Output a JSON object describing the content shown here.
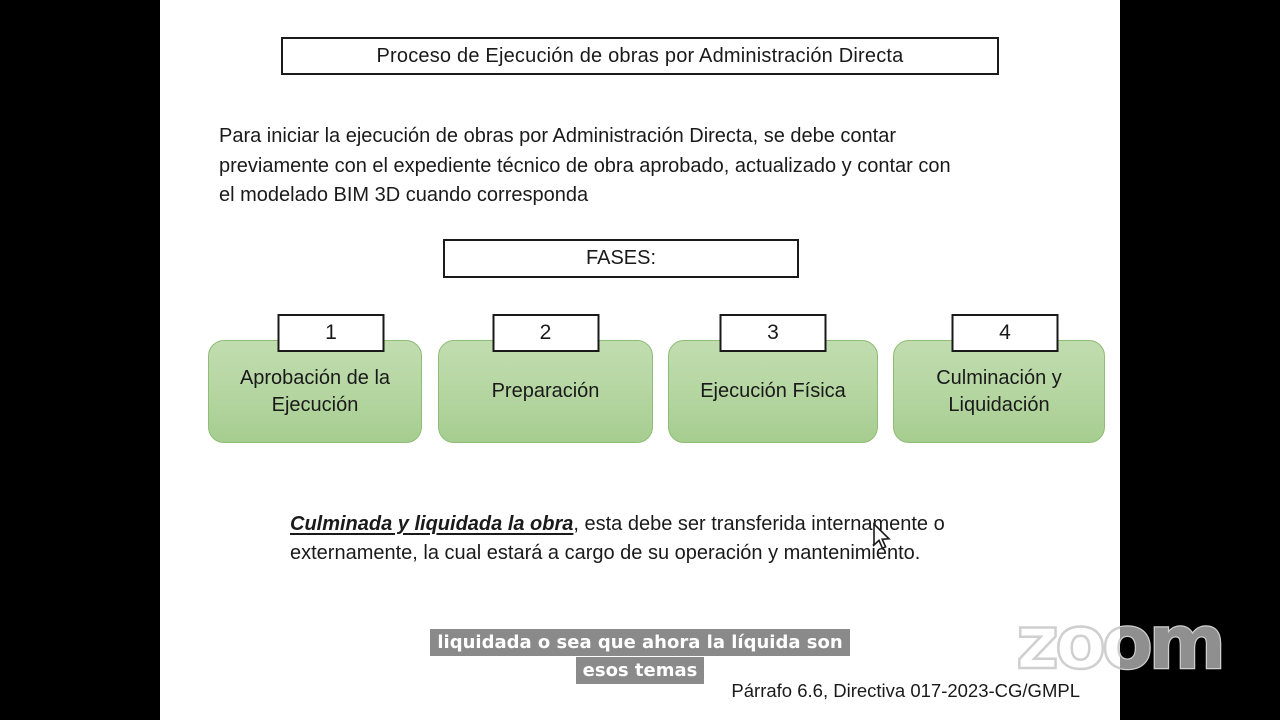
{
  "slide": {
    "title": "Proceso de Ejecución de obras por Administración Directa",
    "intro_lines": [
      "Para iniciar la ejecución de obras por Administración Directa, se debe contar",
      "previamente con el expediente técnico de obra aprobado, actualizado y contar con",
      "el modelado BIM 3D cuando corresponda"
    ],
    "fases_label": "FASES:",
    "phases": [
      {
        "number": "1",
        "label": "Aprobación de la Ejecución"
      },
      {
        "number": "2",
        "label": "Preparación"
      },
      {
        "number": "3",
        "label": "Ejecución Física"
      },
      {
        "number": "4",
        "label": "Culminación y Liquidación"
      }
    ],
    "closing": {
      "lead": "Culminada y liquidada la obra",
      "rest_line1": ", esta debe ser transferida internamente o",
      "line2": "externamente, la cual estará a cargo de su operación y mantenimiento."
    },
    "reference": "Párrafo 6.6, Directiva 017-2023-CG/GMPL"
  },
  "captions": {
    "line1": "liquidada o sea que ahora la líquida son",
    "line2": "esos temas"
  },
  "watermark": {
    "text": "zoom"
  },
  "colors": {
    "phase_fill": "#b4d5a0",
    "phase_border": "#8fbc76",
    "caption_bg": "#8a8a8a",
    "letterbox": "#000000"
  }
}
